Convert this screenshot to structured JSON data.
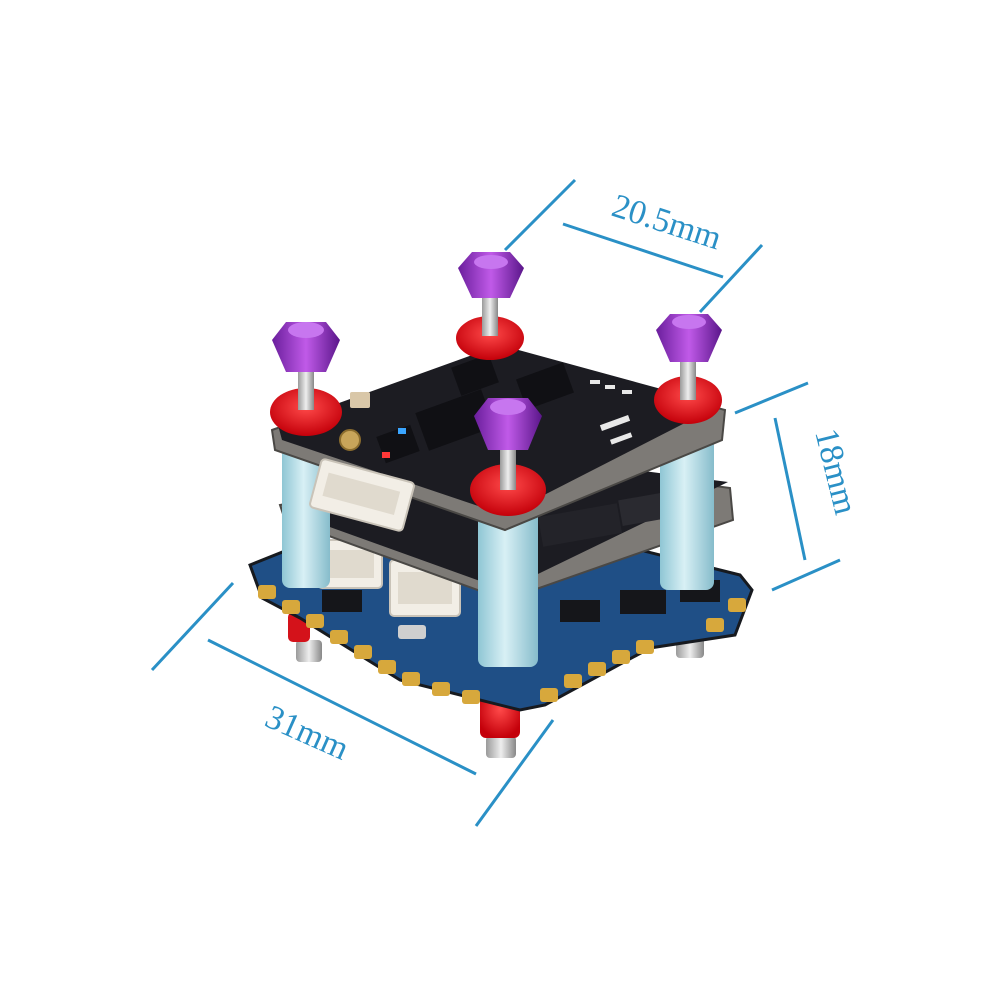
{
  "dimensions": {
    "top_width": "20.5mm",
    "height": "18mm",
    "base_width": "31mm"
  },
  "colors": {
    "dimension_line": "#2a90c6",
    "dimension_text": "#2a90c6",
    "pcb_blue": "#1f4f86",
    "pcb_dark": "#1c1c22",
    "pcb_edge": "#7d7a76",
    "standoff": "#b8dde6",
    "nut_purple": "#8a2ec0",
    "oring_red": "#e0141c",
    "gold_pad": "#d7a83c",
    "connector": "#f2eee6"
  }
}
